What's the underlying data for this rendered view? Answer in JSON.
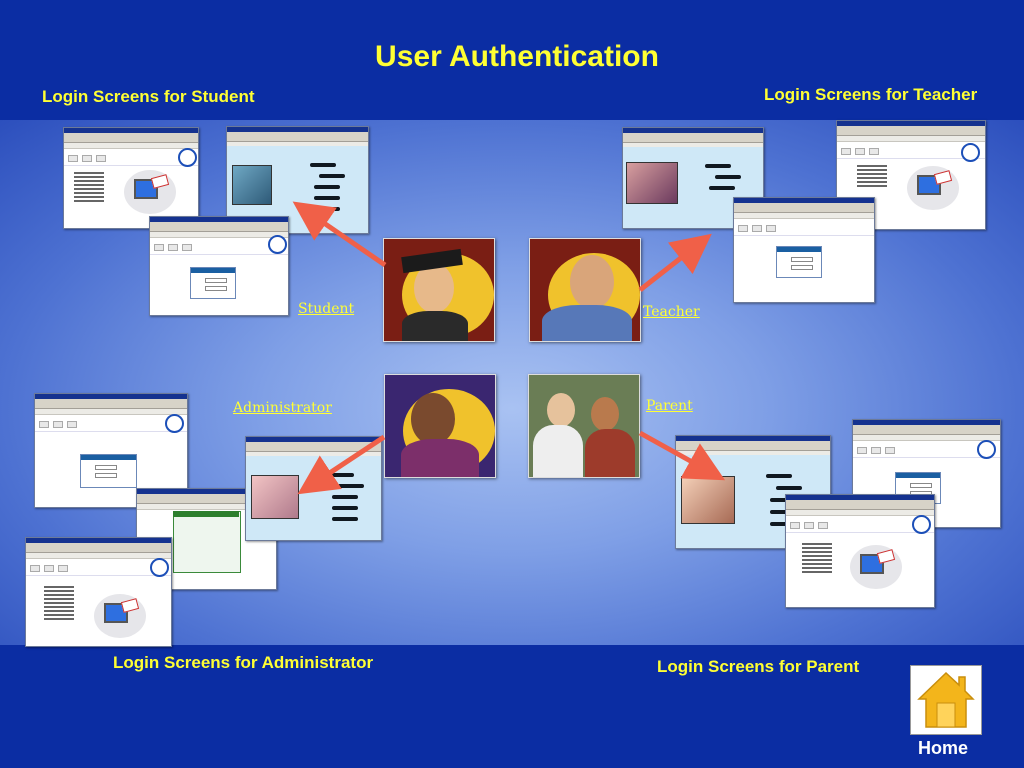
{
  "title": "User Authentication",
  "labels": {
    "student_screens": "Login Screens for Student",
    "teacher_screens": "Login Screens for Teacher",
    "admin_screens": "Login Screens for Administrator",
    "parent_screens": "Login Screens for Parent"
  },
  "roles": {
    "student": "Student",
    "teacher": "Teacher",
    "administrator": "Administrator",
    "parent": "Parent"
  },
  "home": {
    "label": "Home",
    "icon": "house-icon"
  },
  "colors": {
    "title_yellow": "#ffff33",
    "band_blue": "#0b2da3",
    "arrow_red": "#f06048",
    "home_house": "#f3b51b"
  }
}
